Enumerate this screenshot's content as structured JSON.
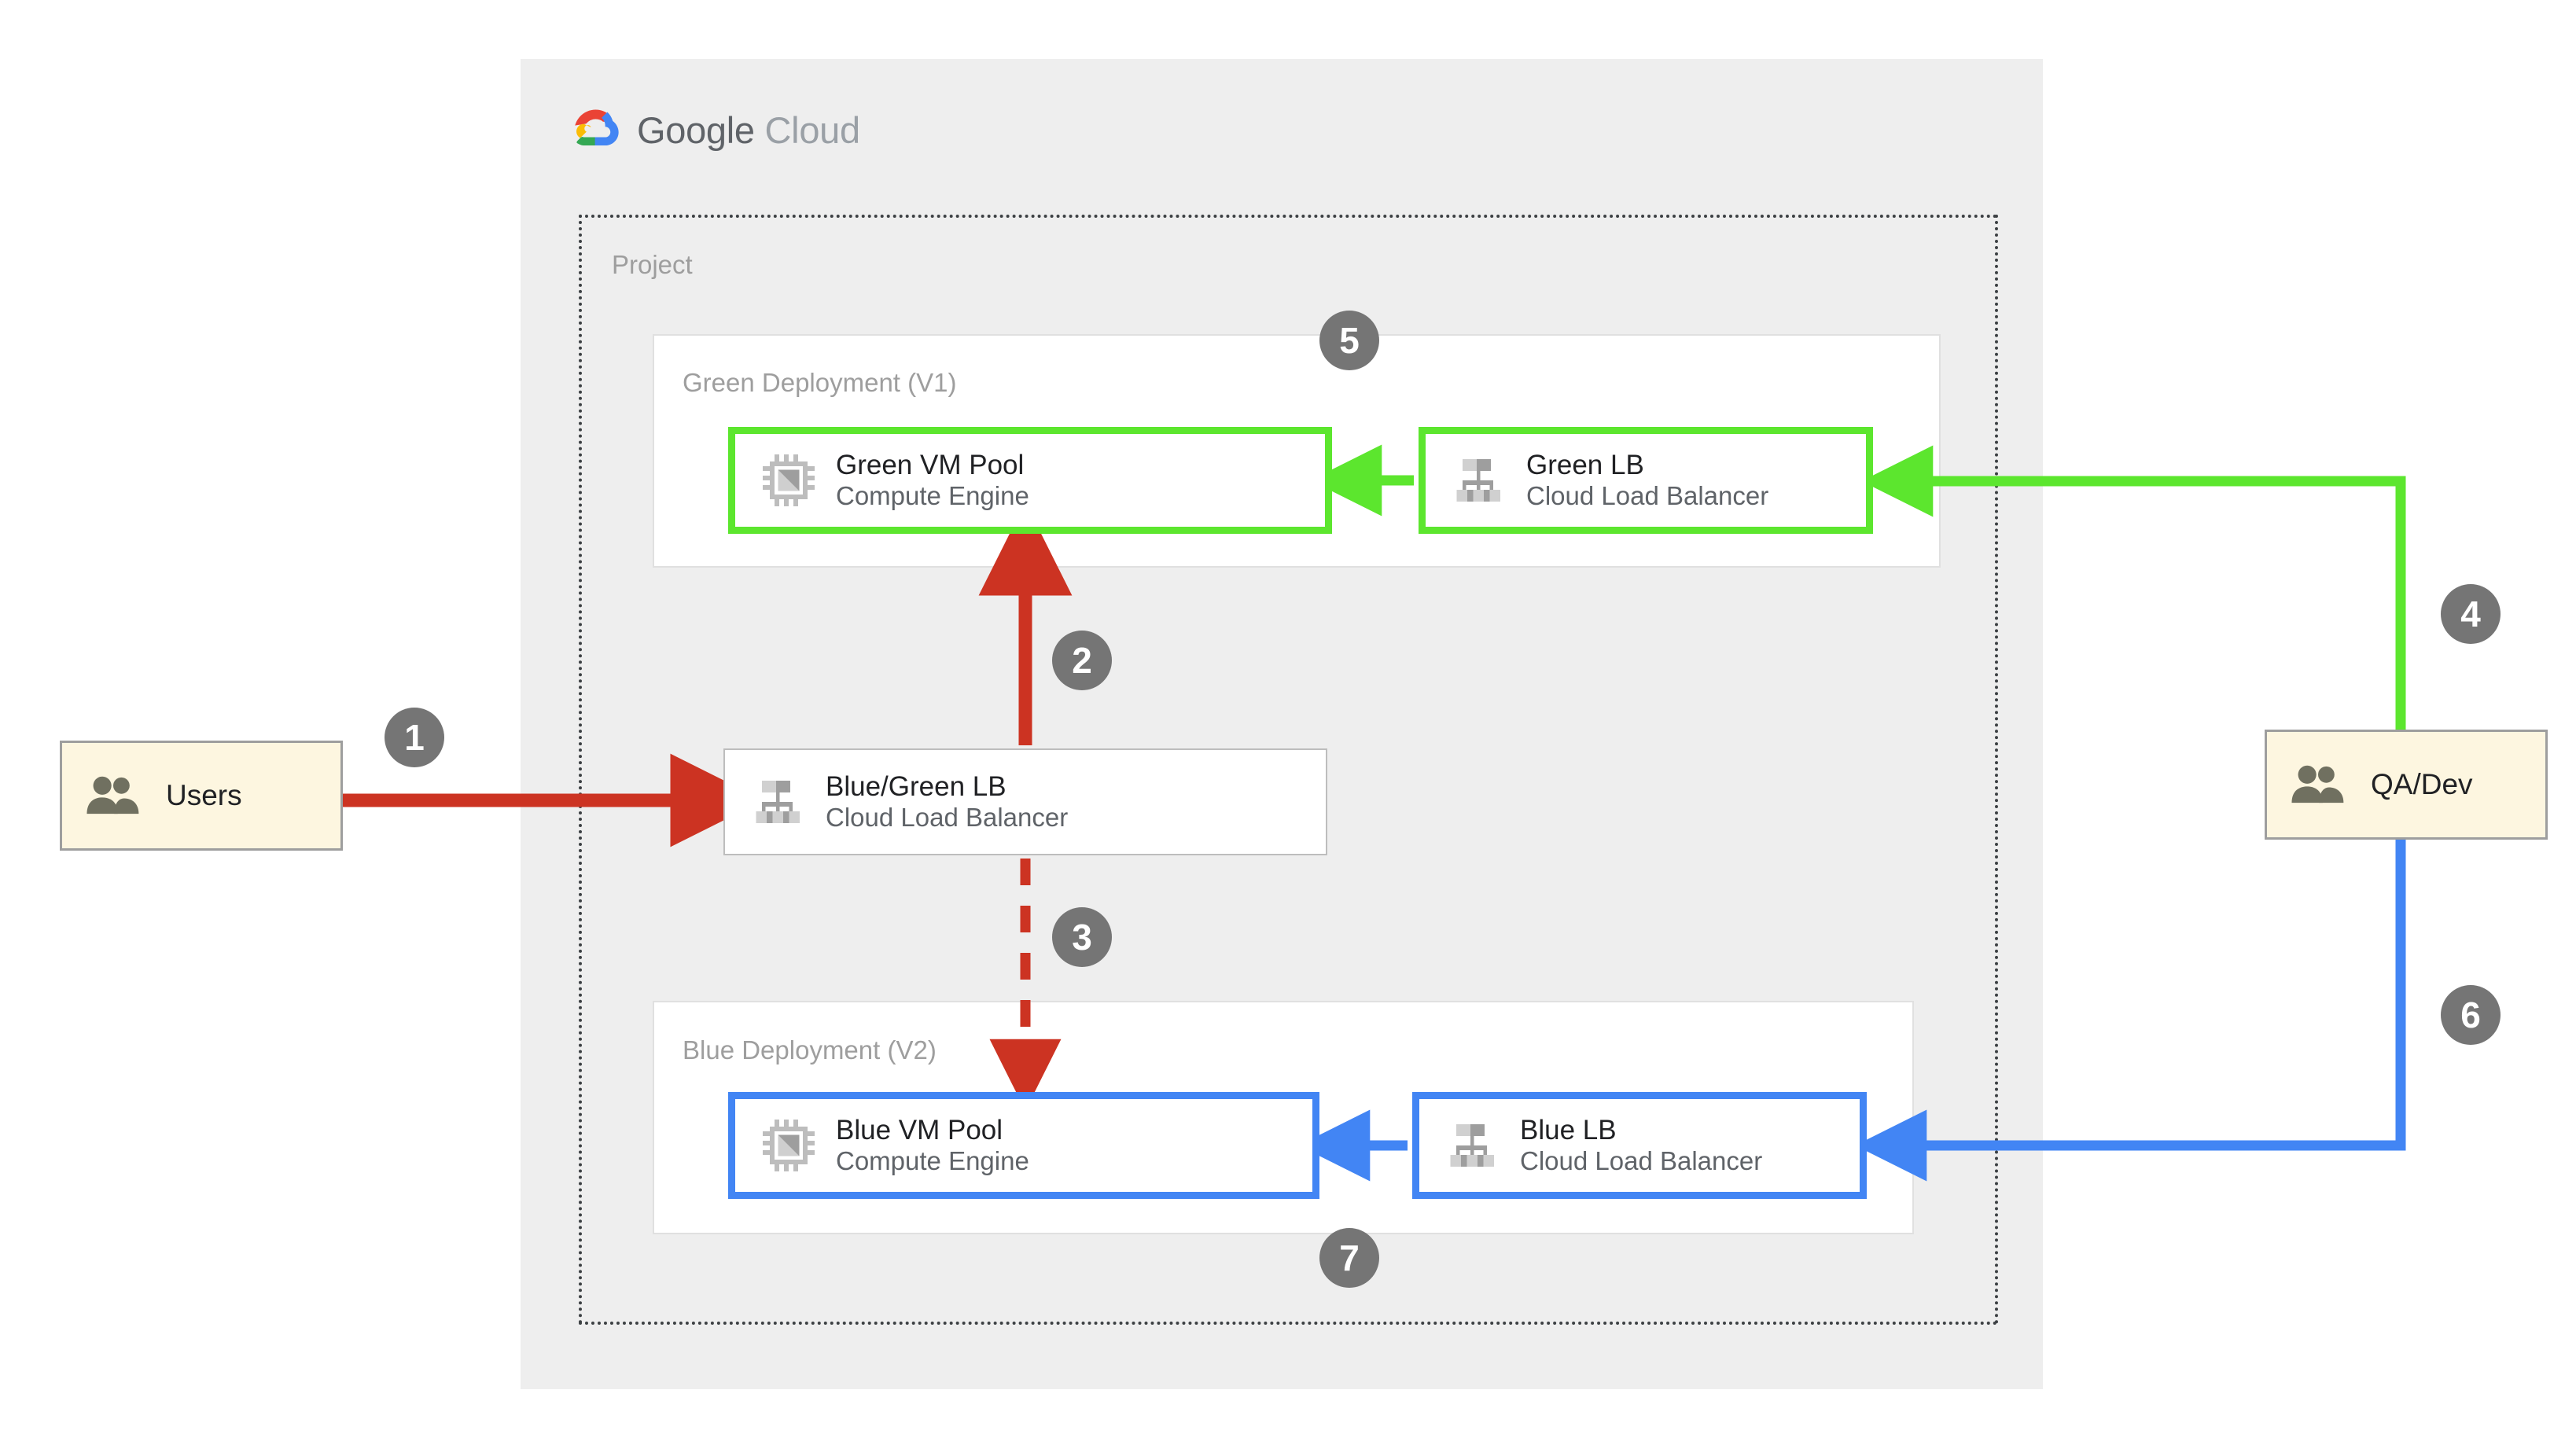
{
  "colors": {
    "panel_bg": "#eeeeee",
    "green": "#5ce62e",
    "blue": "#4285f4",
    "red": "#cc3322",
    "badge_gray": "#757575",
    "actor_fill": "#fdf6e0",
    "label_gray": "#9e9e9e",
    "subtitle_gray": "#5f6368"
  },
  "cloud": {
    "brand_strong": "Google",
    "brand_light": "Cloud",
    "logo_icon": "google-cloud-logo"
  },
  "project": {
    "label": "Project"
  },
  "deployments": [
    {
      "id": "green",
      "label": "Green Deployment (V1)"
    },
    {
      "id": "blue",
      "label": "Blue Deployment (V2)"
    }
  ],
  "nodes": [
    {
      "id": "green-vm-pool",
      "title": "Green VM Pool",
      "subtitle": "Compute Engine",
      "icon": "compute-engine-icon"
    },
    {
      "id": "green-lb",
      "title": "Green LB",
      "subtitle": "Cloud Load Balancer",
      "icon": "cloud-load-balancer-icon"
    },
    {
      "id": "blue-green-lb",
      "title": "Blue/Green LB",
      "subtitle": "Cloud Load Balancer",
      "icon": "cloud-load-balancer-icon"
    },
    {
      "id": "blue-vm-pool",
      "title": "Blue VM Pool",
      "subtitle": "Compute Engine",
      "icon": "compute-engine-icon"
    },
    {
      "id": "blue-lb",
      "title": "Blue LB",
      "subtitle": "Cloud Load Balancer",
      "icon": "cloud-load-balancer-icon"
    }
  ],
  "actors": [
    {
      "id": "users",
      "label": "Users",
      "icon": "users-icon"
    },
    {
      "id": "qa-dev",
      "label": "QA/Dev",
      "icon": "users-icon"
    }
  ],
  "steps": [
    {
      "n": "1",
      "from": "users",
      "to": "blue-green-lb",
      "color": "#cc3322",
      "style": "solid"
    },
    {
      "n": "2",
      "from": "blue-green-lb",
      "to": "green-vm-pool",
      "color": "#cc3322",
      "style": "solid"
    },
    {
      "n": "3",
      "from": "blue-green-lb",
      "to": "blue-vm-pool",
      "color": "#cc3322",
      "style": "dashed"
    },
    {
      "n": "4",
      "from": "qa-dev",
      "to": "green-lb",
      "color": "#5ce62e",
      "style": "solid"
    },
    {
      "n": "5",
      "from": "green-lb",
      "to": "green-vm-pool",
      "color": "#5ce62e",
      "style": "solid"
    },
    {
      "n": "6",
      "from": "qa-dev",
      "to": "blue-lb",
      "color": "#4285f4",
      "style": "solid"
    },
    {
      "n": "7",
      "from": "blue-lb",
      "to": "blue-vm-pool",
      "color": "#4285f4",
      "style": "solid"
    }
  ]
}
